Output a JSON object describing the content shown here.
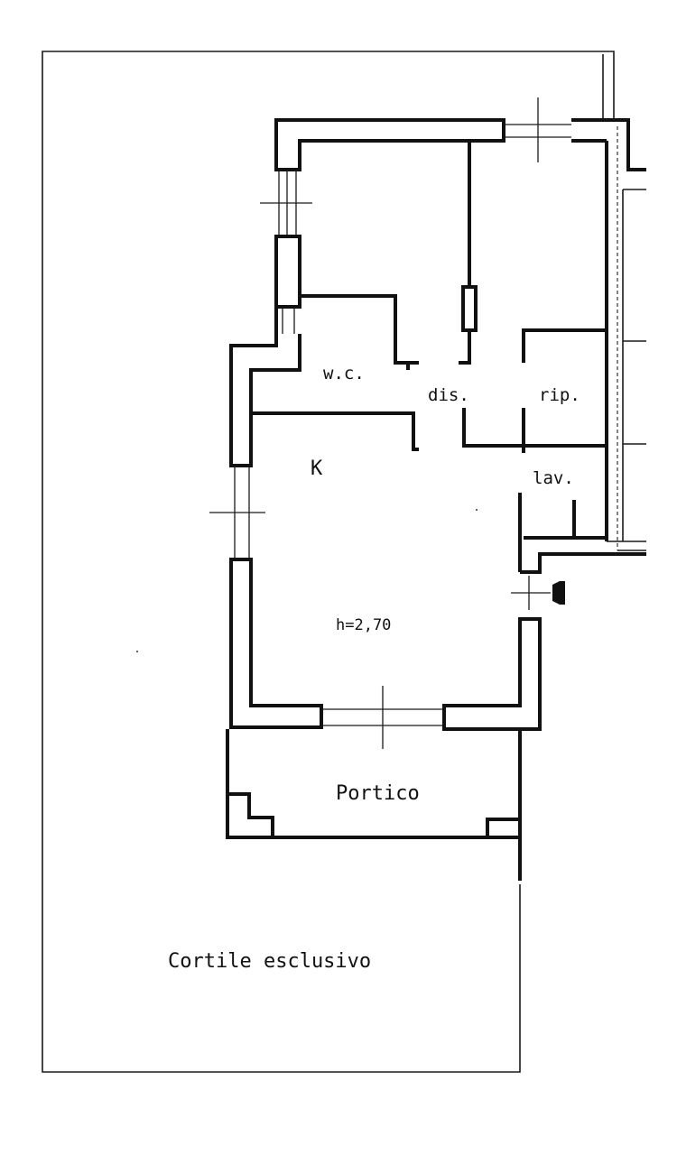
{
  "plan": {
    "rooms": {
      "wc": "w.c.",
      "dis": "dis.",
      "rip": "rip.",
      "kitchen": "K",
      "lav": "lav.",
      "height": "h=2,70",
      "portico": "Portico",
      "courtyard": "Cortile esclusivo"
    },
    "colors": {
      "line": "#111111",
      "background": "#ffffff"
    }
  }
}
